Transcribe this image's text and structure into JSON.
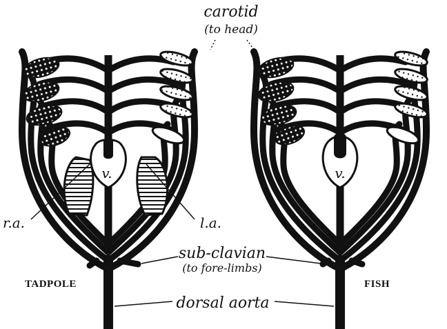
{
  "labels": {
    "carotid": "carotid",
    "carotid_note": "(to head)",
    "ventricle_left": "v.",
    "ventricle_right": "v.",
    "right_atrium": "r.a.",
    "left_atrium": "l.a.",
    "subclavian": "sub-clavian",
    "subclavian_note": "(to fore-limbs)",
    "tadpole": "TADPOLE",
    "fish": "FISH",
    "dorsal_aorta": "dorsal aorta"
  }
}
